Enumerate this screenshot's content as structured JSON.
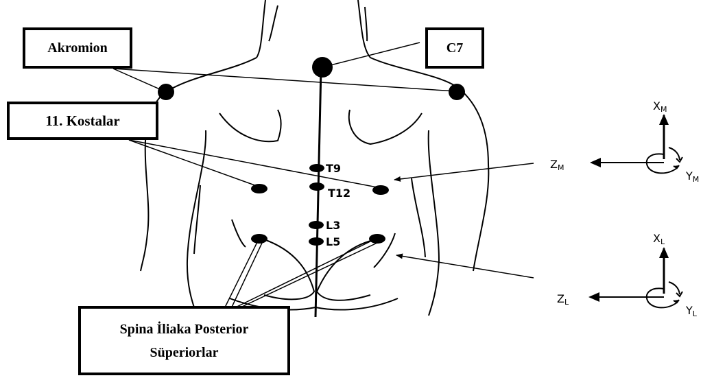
{
  "labels": {
    "akromion": "Akromion",
    "c7": "C7",
    "kostalar": "11. Kostalar",
    "spina_line1": "Spina İliaka Posterior",
    "spina_line2": "Süperiorlar"
  },
  "vertebrae": {
    "t9": "T9",
    "t12": "T12",
    "l3": "L3",
    "l5": "L5"
  },
  "axes_upper": {
    "x": "X",
    "x_sub": "M",
    "y": "Y",
    "y_sub": "M",
    "z": "Z",
    "z_sub": "M"
  },
  "axes_lower": {
    "x": "X",
    "x_sub": "L",
    "y": "Y",
    "y_sub": "L",
    "z": "Z",
    "z_sub": "L"
  }
}
